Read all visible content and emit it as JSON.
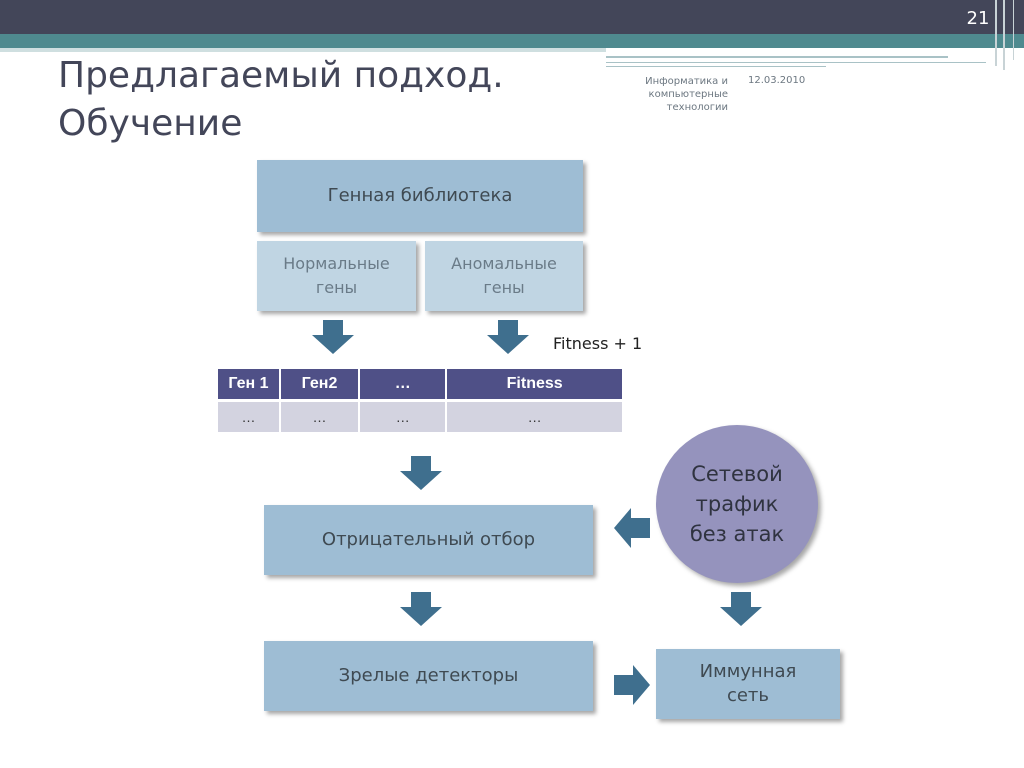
{
  "slide": {
    "number": "21",
    "title_line1": "Предлагаемый подход.",
    "title_line2": "Обучение",
    "footer_subject": "Информатика и компьютерные технологии",
    "footer_date": "12.03.2010"
  },
  "diagram": {
    "gene_library": "Генная библиотека",
    "normal_genes_line1": "Нормальные",
    "normal_genes_line2": "гены",
    "anomalous_genes_line1": "Аномальные",
    "anomalous_genes_line2": "гены",
    "fitness_note": "Fitness + 1",
    "table": {
      "headers": [
        "Ген 1",
        "Ген2",
        "…",
        "Fitness"
      ],
      "row": [
        "…",
        "…",
        "…",
        "…"
      ]
    },
    "negative_selection": "Отрицательный отбор",
    "mature_detectors": "Зрелые детекторы",
    "traffic_line1": "Сетевой",
    "traffic_line2": "трафик",
    "traffic_line3": "без атак",
    "immune_line1": "Иммунная",
    "immune_line2": "сеть"
  },
  "colors": {
    "header_dark": "#434659",
    "header_teal": "#4f8a8f",
    "box_dark": "#9ebdd4",
    "box_light": "#c0d5e3",
    "table_header": "#4f5087",
    "table_cell": "#d3d3e0",
    "circle": "#9593bd",
    "arrow": "#3f6f8e"
  },
  "icons": {
    "arrow_down": "arrow-down-icon",
    "arrow_left": "arrow-left-icon",
    "arrow_right": "arrow-right-icon"
  }
}
